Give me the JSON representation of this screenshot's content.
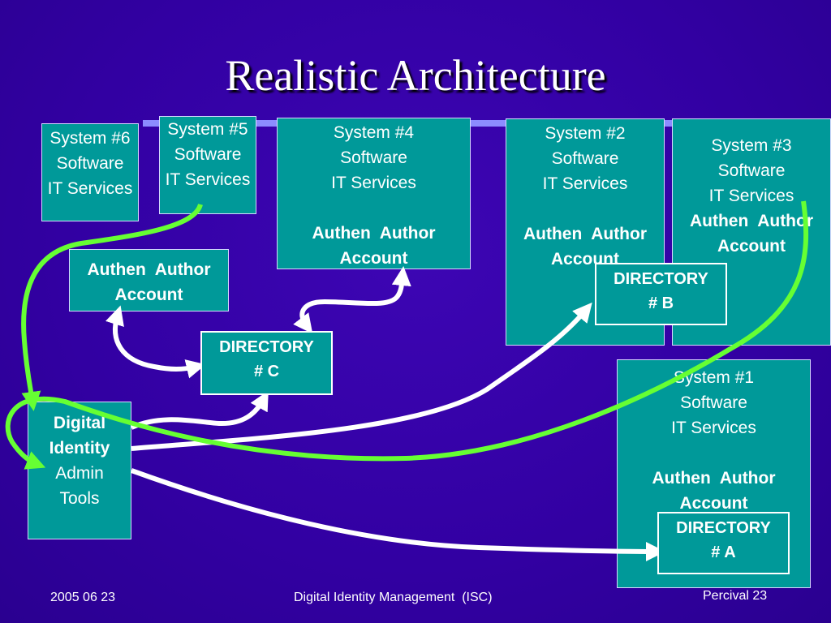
{
  "title": "Realistic Architecture",
  "systems": {
    "s6": {
      "name": "System #6",
      "line2": "Software",
      "line3": "IT Services"
    },
    "s5": {
      "name": "System #5",
      "line2": "Software",
      "line3": "IT Services"
    },
    "s4": {
      "name": "System #4",
      "line2": "Software",
      "line3": "IT Services",
      "auth": "Authen  Author",
      "account": "Account"
    },
    "s2": {
      "name": "System #2",
      "line2": "Software",
      "line3": "IT Services",
      "auth": "Authen  Author",
      "account": "Account"
    },
    "s3": {
      "name": "System #3",
      "line2": "Software",
      "line3": "IT Services",
      "auth": "Authen  Author",
      "account": "Account"
    },
    "s1": {
      "name": "System #1",
      "line2": "Software",
      "line3": "IT Services",
      "auth": "Authen  Author",
      "account": "Account"
    }
  },
  "shared_auth": {
    "auth": "Authen  Author",
    "account": "Account"
  },
  "directories": {
    "a": {
      "line1": "DIRECTORY",
      "line2": "# A"
    },
    "b": {
      "line1": "DIRECTORY",
      "line2": "# B"
    },
    "c": {
      "line1": "DIRECTORY",
      "line2": "# C"
    }
  },
  "admin_tools": {
    "line1": "Digital",
    "line2": "Identity",
    "line3": "Admin",
    "line4": "Tools"
  },
  "footer": {
    "date": "2005 06 23",
    "center": "Digital Identity Management  (ISC)",
    "right": "Percival 23"
  },
  "colors": {
    "background": "#3300a0",
    "box": "#009999",
    "white_arrow": "#ffffff",
    "green_arrow": "#66ff33",
    "rule": "#8c8cff"
  }
}
